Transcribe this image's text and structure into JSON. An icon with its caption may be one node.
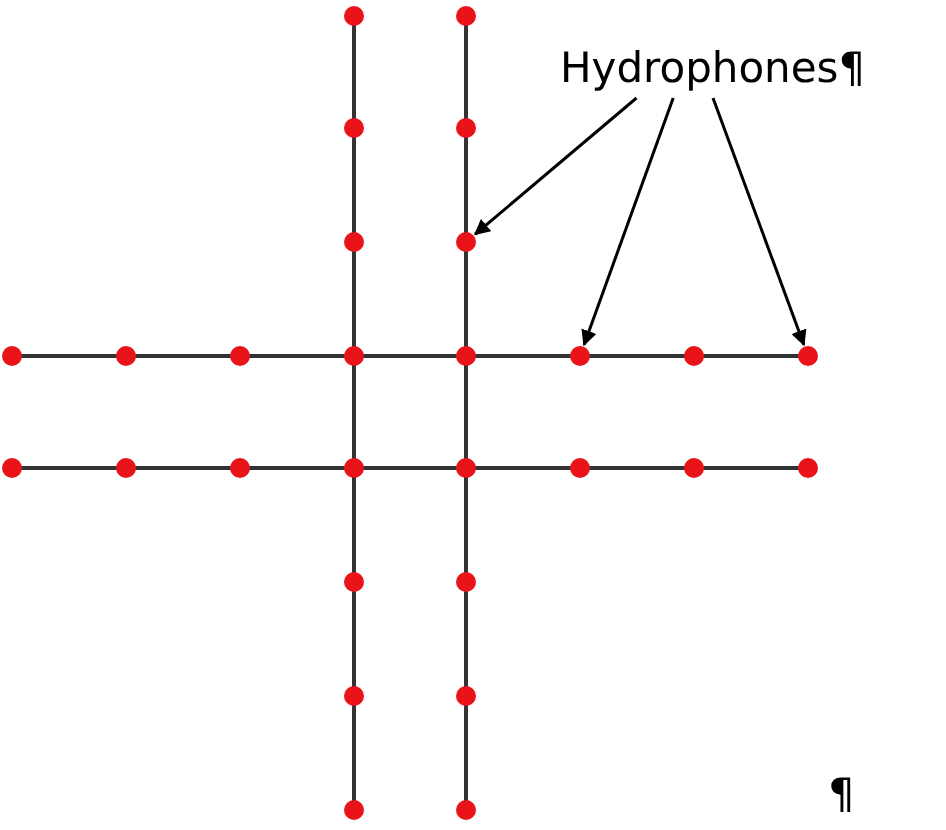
{
  "diagram": {
    "nodes": [
      {
        "text": [
          "Hydrophones¶"
        ]
      },
      {
        "text": [],
        "shape": "circle"
      },
      {
        "text": [],
        "shape": "circle"
      },
      {
        "text": [],
        "shape": "circle"
      }
    ],
    "edges": [
      {
        "from": 0,
        "to": 1,
        "arrow": "to"
      },
      {
        "from": 0,
        "to": 2,
        "arrow": "to"
      },
      {
        "from": 0,
        "to": 3,
        "arrow": "to"
      }
    ],
    "labels": [
      "¶"
    ]
  }
}
